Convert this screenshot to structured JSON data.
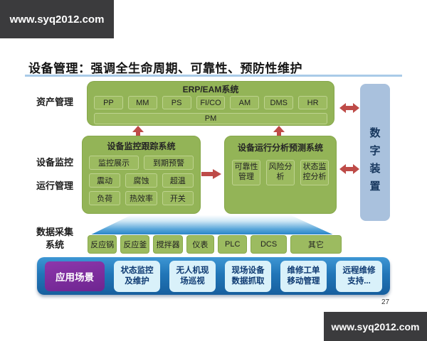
{
  "watermarks": {
    "top": "www.syq2012.com",
    "bottom": "www.syq2012.com"
  },
  "page_number": "27",
  "title": "设备管理：强调全生命周期、可靠性、预防性维护",
  "side_labels": {
    "asset": "资产管理",
    "monitor1": "设备监控",
    "monitor2": "运行管理",
    "collect1": "数据采集",
    "collect2": "系统"
  },
  "erp": {
    "title": "ERP/EAM系统",
    "modules": [
      "PP",
      "MM",
      "PS",
      "FI/CO",
      "AM",
      "DMS",
      "HR"
    ],
    "pm": "PM"
  },
  "tracking": {
    "title": "设备监控跟踪系统",
    "row1": [
      "监控展示",
      "到期预警"
    ],
    "row2": [
      "震动",
      "腐蚀",
      "超温"
    ],
    "row3": [
      "负荷",
      "热效率",
      "开关"
    ]
  },
  "analysis": {
    "title": "设备运行分析预测系统",
    "items": [
      {
        "line1": "可靠性",
        "line2": "管理"
      },
      {
        "line1": "风险分",
        "line2": "析"
      },
      {
        "line1": "状态监",
        "line2": "控分析"
      }
    ]
  },
  "digital_device": {
    "chars": [
      "数",
      "字",
      "装",
      "置"
    ]
  },
  "devices": [
    "反应锅",
    "反应釜",
    "搅拌器",
    "仪表",
    "PLC",
    "DCS",
    "其它"
  ],
  "applications": {
    "label": "应用场景",
    "items": [
      {
        "line1": "状态监控",
        "line2": "及维护"
      },
      {
        "line1": "无人机现",
        "line2": "场巡视"
      },
      {
        "line1": "现场设备",
        "line2": "数据抓取"
      },
      {
        "line1": "维修工单",
        "line2": "移动管理"
      },
      {
        "line1": "远程维修",
        "line2": "支持..."
      }
    ]
  },
  "colors": {
    "green": "#93B457",
    "green_cell": "#9CBB60",
    "red_arrow": "#BE4B48",
    "digital_blue": "#A9C1DD",
    "bar_blue": "#2176B8",
    "purple": "#7C2E9B",
    "light_cyan": "#D9F1FA",
    "banner": "#3B3B3D"
  }
}
